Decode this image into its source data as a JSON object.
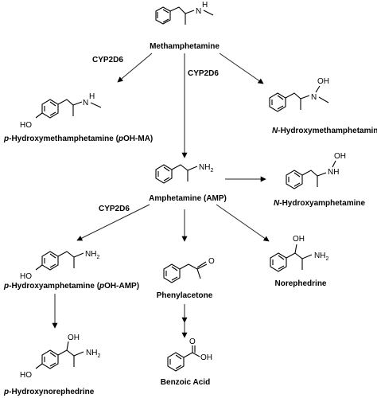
{
  "compounds": {
    "methamphetamine": "Methamphetamine",
    "pohma_prefix": "p",
    "pohma_mid": "-Hydroxymethamphetamine (",
    "pohma_p2": "p",
    "pohma_end": "OH-MA)",
    "nhma_prefix": "N",
    "nhma_rest": "-Hydroxymethamphetamine",
    "amphetamine": "Amphetamine (AMP)",
    "nha_prefix": "N",
    "nha_rest": "-Hydroxyamphetamine",
    "poha_prefix": "p",
    "poha_mid": "-Hydroxyamphetamine (",
    "poha_p2": "p",
    "poha_end": "OH-AMP)",
    "phenylacetone": "Phenylacetone",
    "norephedrine": "Norephedrine",
    "phn_prefix": "p",
    "phn_rest": "-Hydroxynorephedrine",
    "benzoic_acid": "Benzoic Acid"
  },
  "enzymes": {
    "e1": "CYP2D6",
    "e2": "CYP2D6",
    "e3": "CYP2D6"
  },
  "atoms": {
    "h": "H",
    "n": "N",
    "oh": "OH",
    "ho": "HO",
    "nh2": "NH",
    "sub2": "2",
    "nh": "NH",
    "o": "O"
  }
}
